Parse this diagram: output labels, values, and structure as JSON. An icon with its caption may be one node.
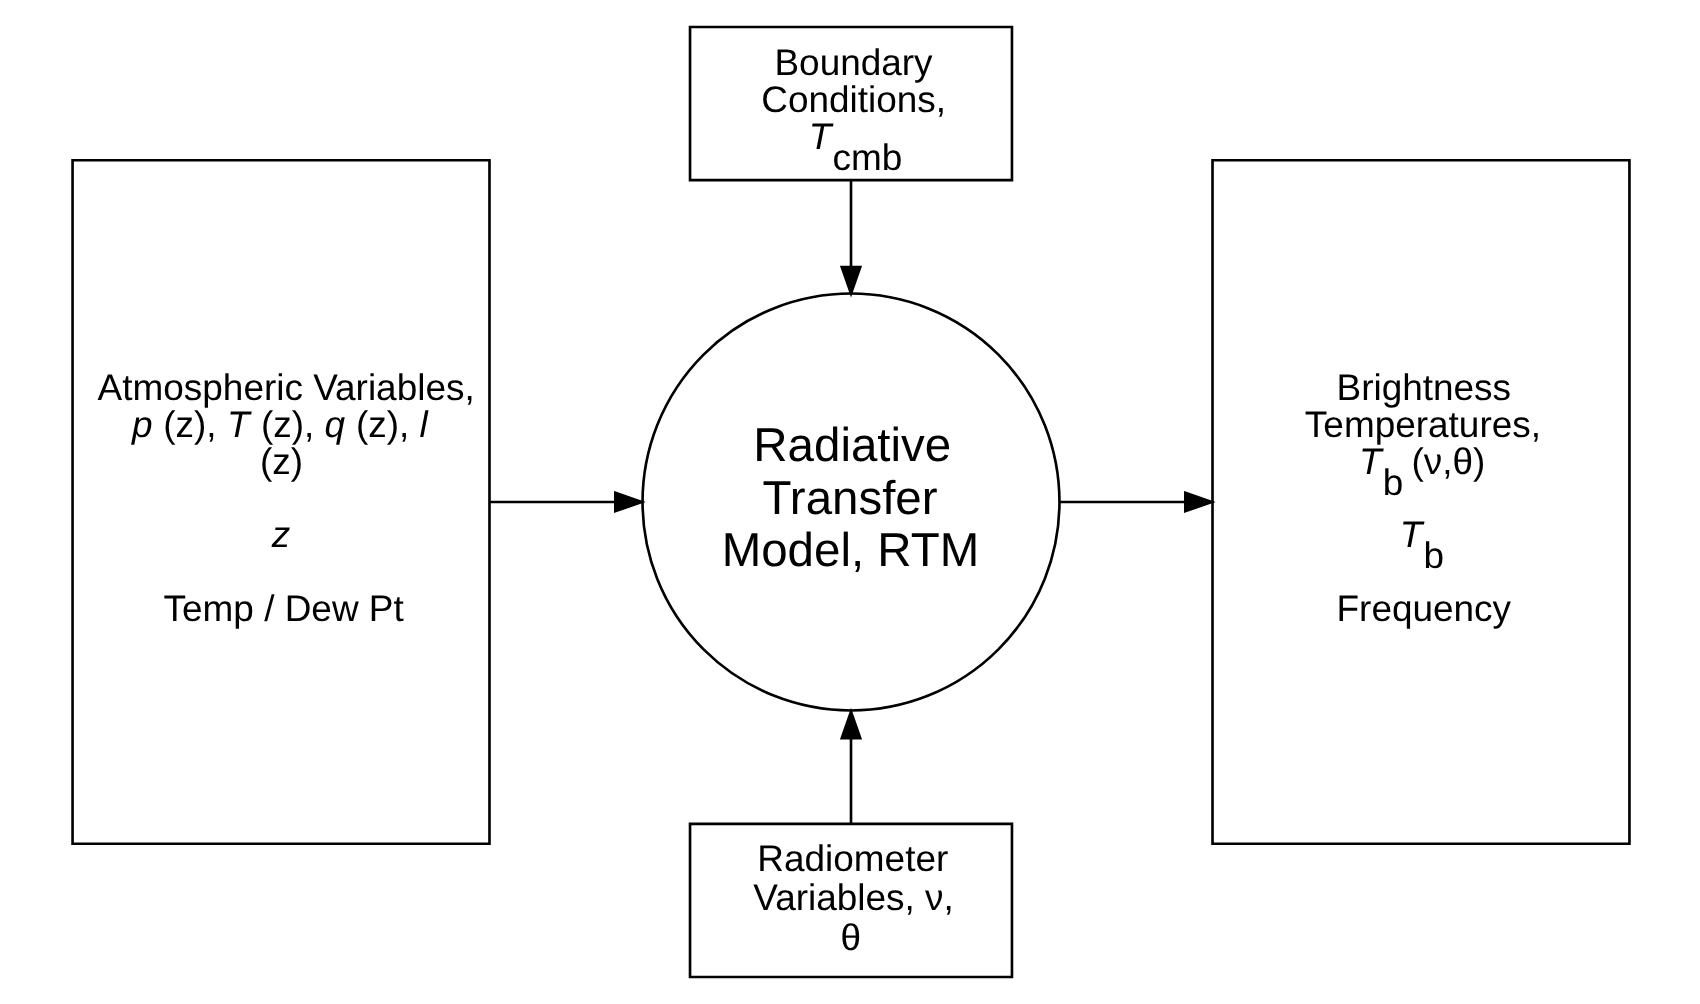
{
  "diagram": {
    "nodes": [
      {
        "text": [
          "Atmospheric Variables, *p* (z), *T* (z), *q* (z), *l* (z)",
          "*z*",
          "Temp / Dew Pt"
        ]
      },
      {
        "text": [
          "Boundary Conditions, *T*$_{cmb}$"
        ]
      },
      {
        "text": [
          "Radiative Transfer Model, RTM"
        ]
      },
      {
        "text": [
          "Radiometer Variables, ν, θ"
        ]
      },
      {
        "text": [
          "Brightness Temperatures, *T*$_{b}$ (ν,θ)",
          "*T*$_{b}$",
          "Frequency"
        ]
      }
    ],
    "edges": [
      {
        "from": 0,
        "to": 2,
        "arrow": "to"
      },
      {
        "from": 1,
        "to": 2,
        "arrow": "to"
      },
      {
        "from": 3,
        "to": 2,
        "arrow": "to"
      },
      {
        "from": 2,
        "to": 4,
        "arrow": "to"
      }
    ]
  }
}
